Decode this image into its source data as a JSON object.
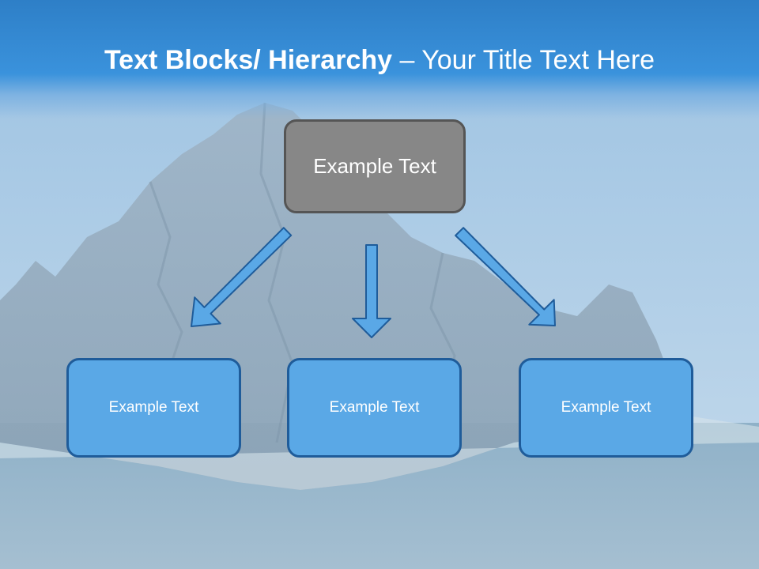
{
  "title": {
    "bold_part": "Text Blocks/ Hierarchy",
    "separator": " – ",
    "regular_part": "Your Title Text Here"
  },
  "diagram": {
    "top_box": {
      "label": "Example Text"
    },
    "child_boxes": [
      {
        "label": "Example Text"
      },
      {
        "label": "Example Text"
      },
      {
        "label": "Example Text"
      }
    ]
  },
  "colors": {
    "title_bar": "#3a92dc",
    "top_box_fill": "#878787",
    "top_box_border": "#555555",
    "child_box_fill": "#5aa8e6",
    "child_box_border": "#1f5c9a",
    "arrow_fill": "#5aa8e6",
    "arrow_stroke": "#1f5c9a"
  }
}
